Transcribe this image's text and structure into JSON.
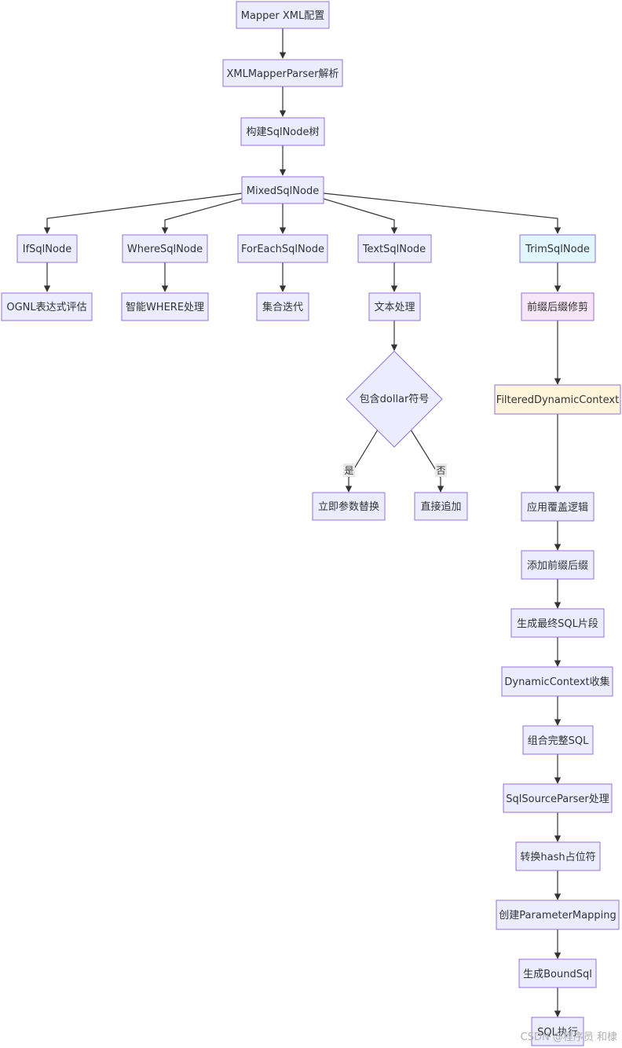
{
  "nodes": {
    "mapper_xml": "Mapper XML配置",
    "xml_parser": "XMLMapperParser解析",
    "build_tree": "构建SqlNode树",
    "mixed": "MixedSqlNode",
    "if_node": "IfSqlNode",
    "where_node": "WhereSqlNode",
    "foreach_node": "ForEachSqlNode",
    "text_node": "TextSqlNode",
    "trim_node": "TrimSqlNode",
    "ognl": "OGNL表达式评估",
    "smart_where": "智能WHERE处理",
    "collection_iter": "集合迭代",
    "text_process": "文本处理",
    "prefix_trim": "前缀后缀修剪",
    "contains_dollar": "包含dollar符号",
    "filtered_ctx": "FilteredDynamicContext",
    "immediate_replace": "立即参数替换",
    "direct_append": "直接追加",
    "override_logic": "应用覆盖逻辑",
    "add_prefix": "添加前缀后缀",
    "final_fragment": "生成最终SQL片段",
    "ctx_collect": "DynamicContext收集",
    "combine_sql": "组合完整SQL",
    "source_parser": "SqlSourceParser处理",
    "convert_hash": "转换hash占位符",
    "create_mapping": "创建ParameterMapping",
    "bound_sql": "生成BoundSql",
    "sql_exec": "SQL执行"
  },
  "edge_labels": {
    "yes": "是",
    "no": "否"
  },
  "watermark": "CSDN @程序员 和棣",
  "colors": {
    "node_fill": "#ECECFF",
    "node_stroke": "#9370DB",
    "trim_fill": "#E0F7FF",
    "pink_fill": "#F7E6F7",
    "yellow_fill": "#FFF5DC",
    "edge": "#333333"
  }
}
